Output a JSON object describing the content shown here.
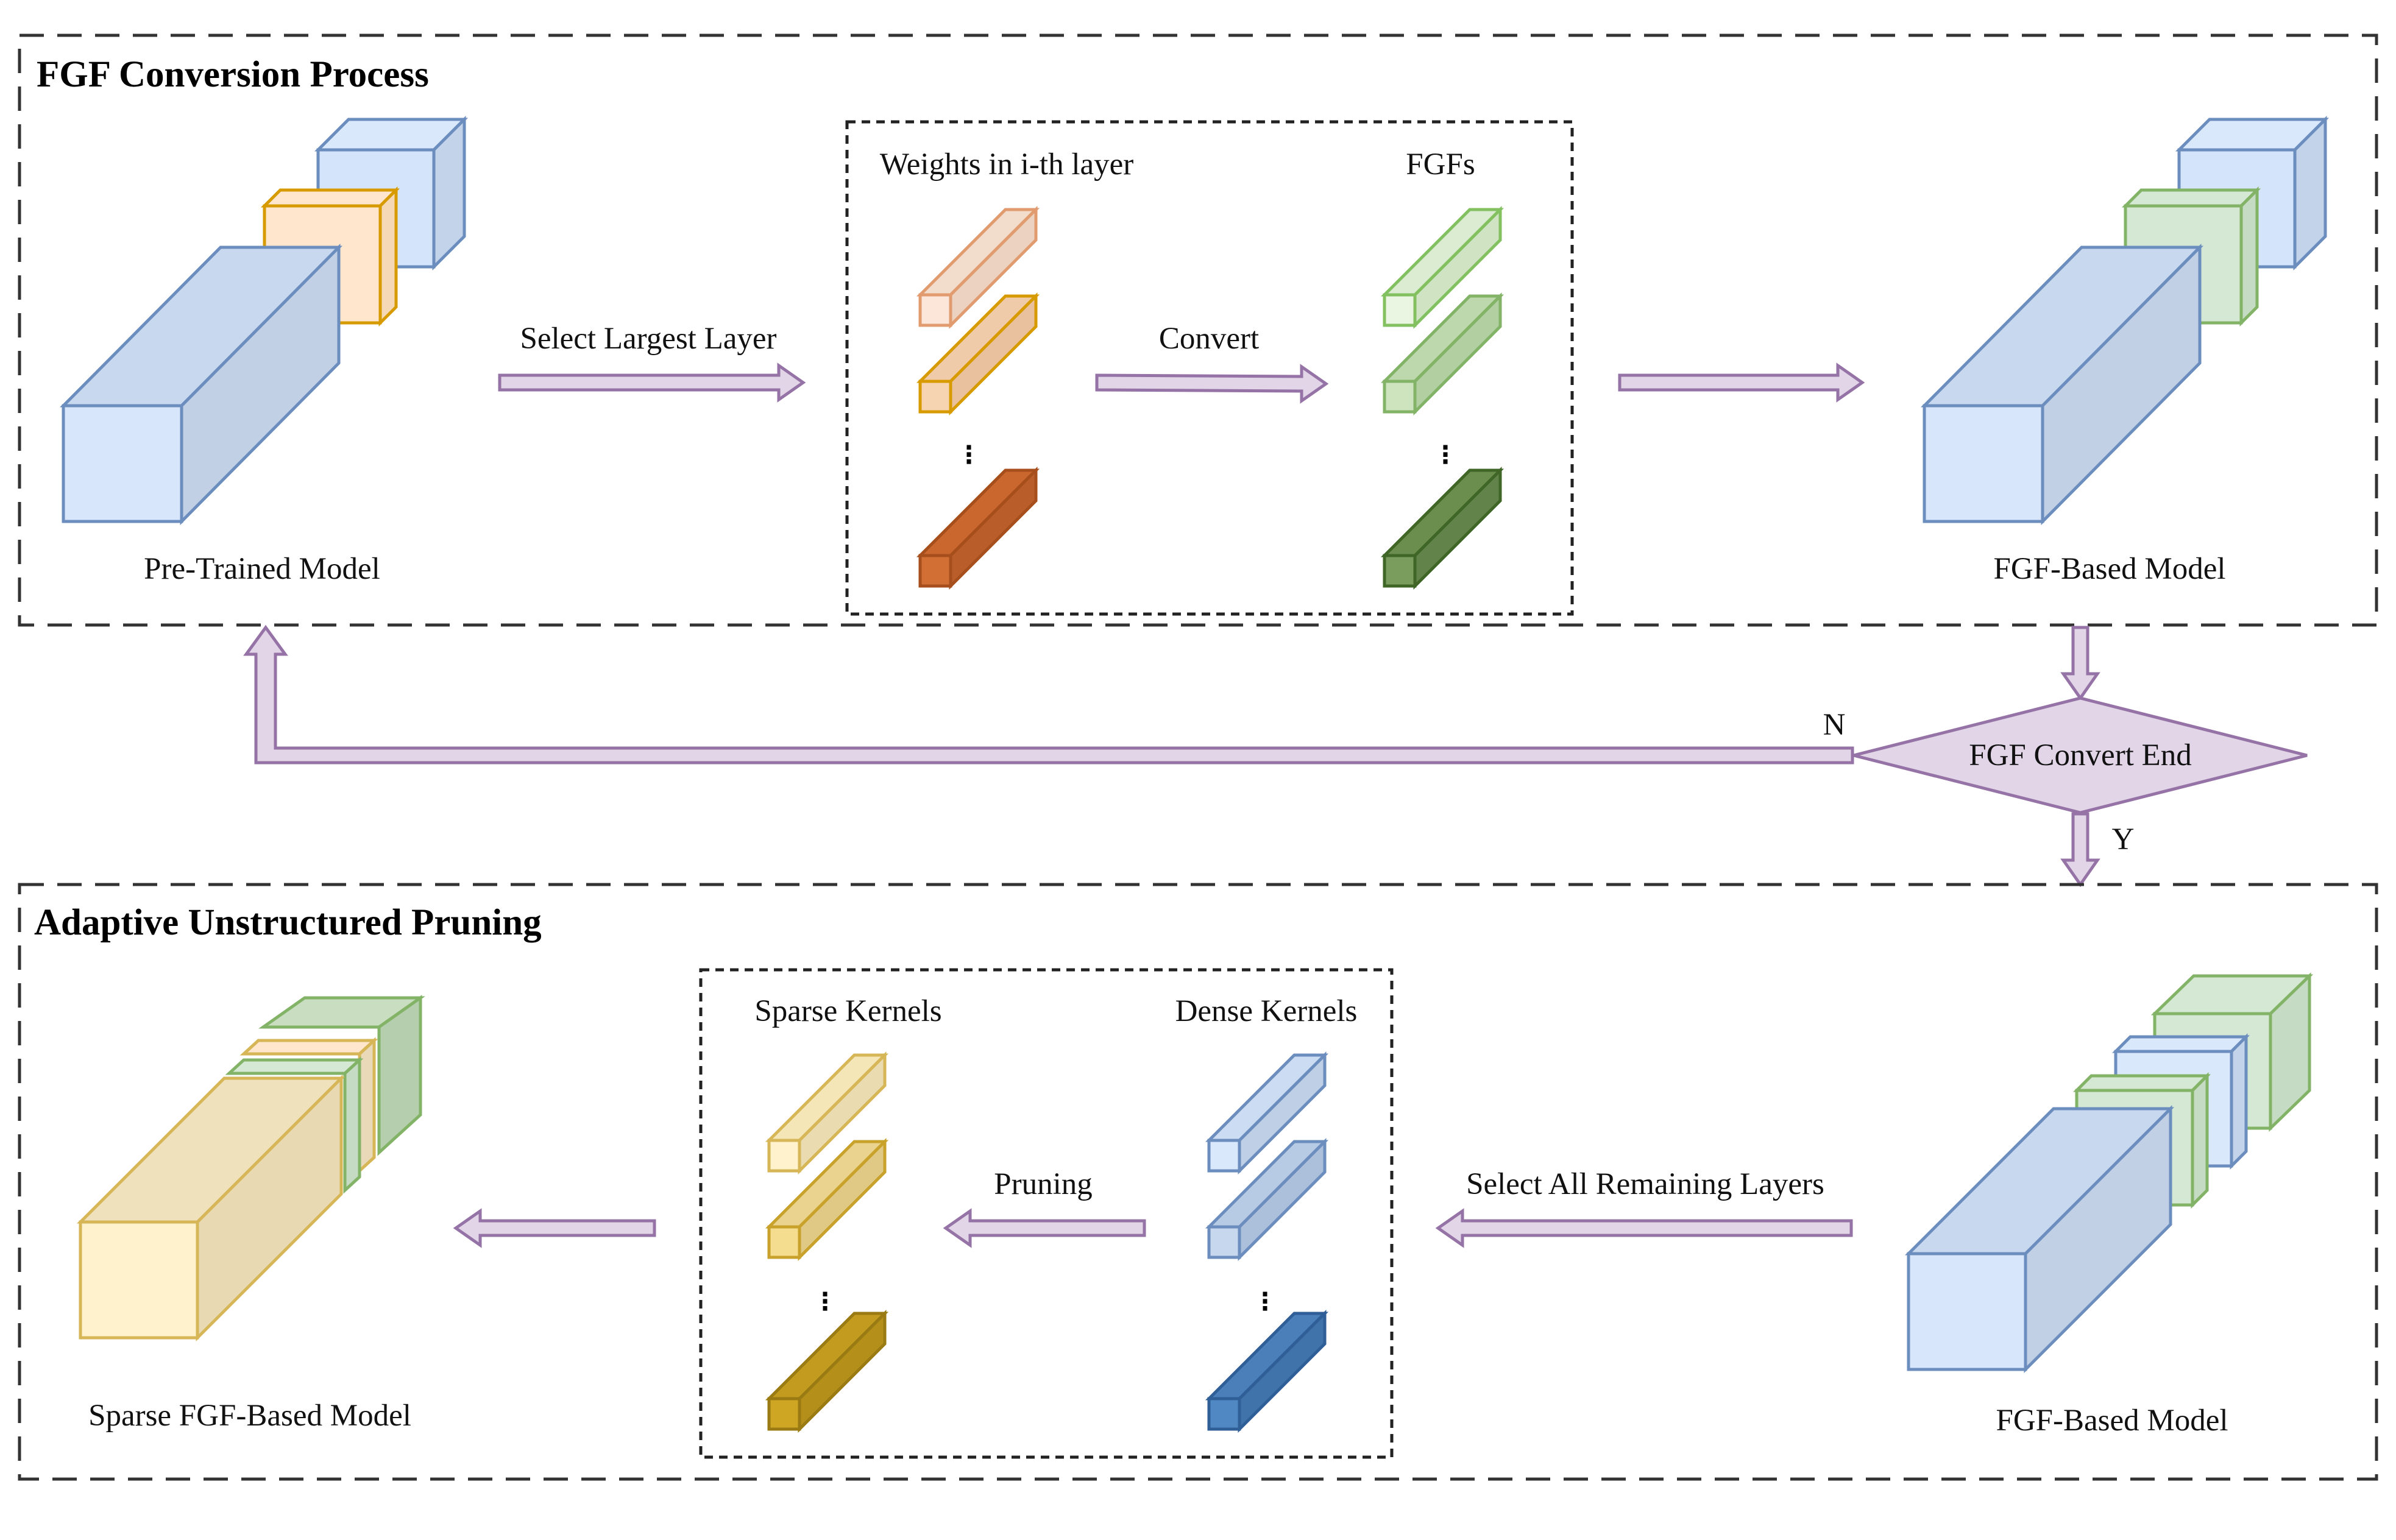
{
  "top_section": {
    "title": "FGF Conversion Process",
    "input_model_label": "Pre-Trained Model",
    "arrow1_label": "Select Largest Layer",
    "weights_header": "Weights in i-th layer",
    "fgfs_header": "FGFs",
    "convert_label": "Convert",
    "output_model_label": "FGF-Based Model"
  },
  "decision": {
    "label": "FGF Convert End",
    "no_label": "N",
    "yes_label": "Y"
  },
  "bottom_section": {
    "title": "Adaptive Unstructured Pruning",
    "output_model_label": "Sparse FGF-Based Model",
    "sparse_header": "Sparse Kernels",
    "dense_header": "Dense Kernels",
    "pruning_label": "Pruning",
    "arrow_label": "Select All Remaining Layers",
    "input_model_label": "FGF-Based Model"
  },
  "colors": {
    "arrow_fill": "#e1d5e7",
    "arrow_stroke": "#9673a6",
    "blue_front": "#dae8fc",
    "blue_stroke": "#6c8ebf",
    "orange_front": "#ffe6cc",
    "orange_stroke": "#d79b00",
    "green_front": "#d5e8d4",
    "green_stroke": "#82b366",
    "yellow_front": "#fff2cc",
    "yellow_stroke": "#d6b656"
  }
}
